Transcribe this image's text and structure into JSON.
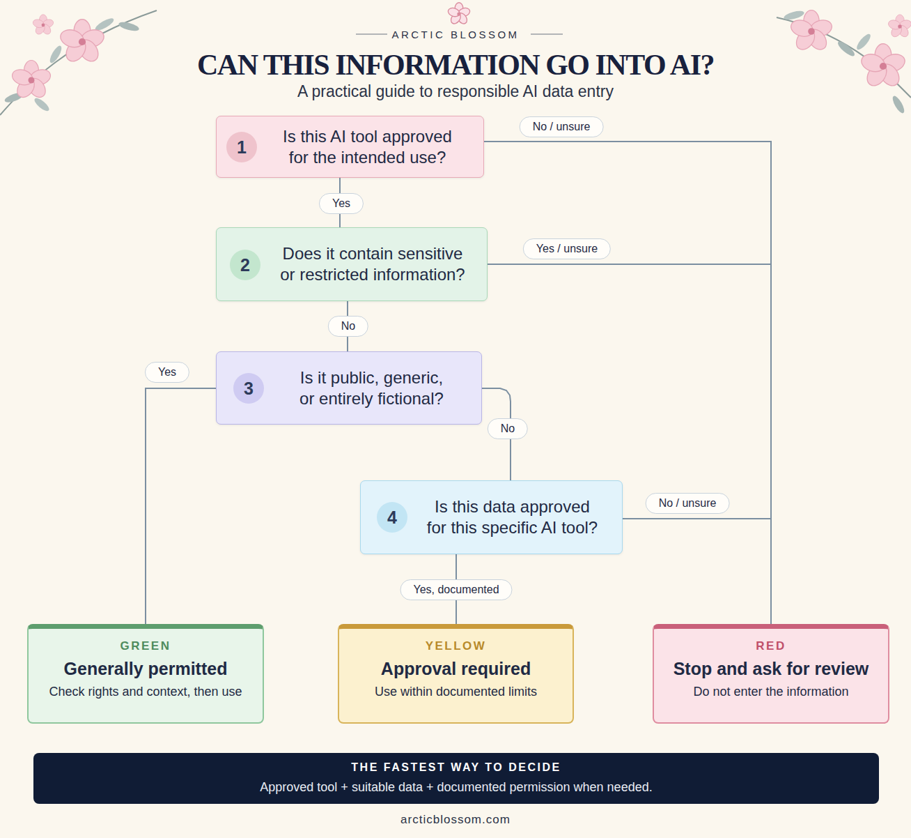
{
  "diagram": {
    "title": "CAN THIS INFORMATION GO INTO AI?",
    "caption": "A practical guide to responsible AI data entry",
    "nodes": [
      {
        "text": [
          "Is this AI tool approved for the intended use?"
        ]
      },
      {
        "text": [
          "1"
        ],
        "in": 0
      },
      {
        "text": [
          "Does it contain sensitive or restricted information?"
        ]
      },
      {
        "text": [
          "2"
        ],
        "in": 2
      },
      {
        "text": [
          "Is it public, generic, or entirely fictional?"
        ]
      },
      {
        "text": [
          "3"
        ],
        "in": 4
      },
      {
        "text": [
          "Is this data approved for this specific AI tool?"
        ]
      },
      {
        "text": [
          "4"
        ],
        "in": 6
      },
      {
        "text": [
          "GREEN",
          "Generally permitted",
          "Check rights and context, then use"
        ]
      },
      {
        "text": [
          "YELLOW",
          "Approval required",
          "Use within documented limits"
        ]
      },
      {
        "text": [
          "RED",
          "Stop and ask for review",
          "Do not enter the information"
        ]
      },
      {
        "text": [
          "THE FASTEST WAY TO DECIDE",
          "Approved tool + suitable data + documented permission when needed."
        ]
      }
    ],
    "edges": [
      {
        "from": 0,
        "to": 2,
        "label": "Yes",
        "arrow": "none"
      },
      {
        "from": 0,
        "to": 10,
        "label": "No / unsure",
        "arrow": "none"
      },
      {
        "from": 2,
        "to": 4,
        "label": "No",
        "arrow": "none"
      },
      {
        "from": 2,
        "to": 10,
        "label": "Yes / unsure",
        "arrow": "none"
      },
      {
        "from": 4,
        "to": 8,
        "label": "Yes",
        "arrow": "none"
      },
      {
        "from": 4,
        "to": 6,
        "label": "No",
        "arrow": "none"
      },
      {
        "from": 6,
        "to": 9,
        "label": "Yes, documented",
        "arrow": "none"
      },
      {
        "from": 6,
        "to": 10,
        "label": "No / unsure",
        "arrow": "none"
      }
    ],
    "labels": [
      "ARCTIC BLOSSOM",
      "arcticblossom.com"
    ]
  }
}
